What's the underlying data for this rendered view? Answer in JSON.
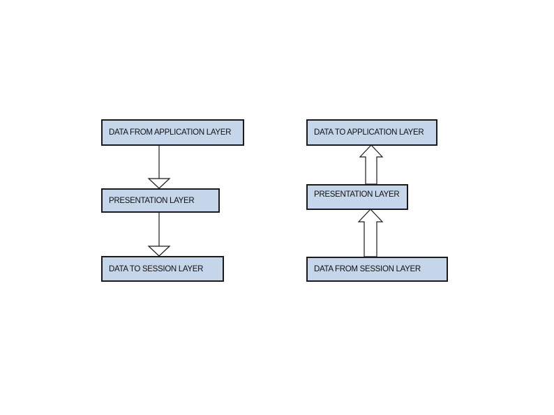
{
  "left_flow": {
    "top": "DATA FROM APPLICATION LAYER",
    "middle": "PRESENTATION LAYER",
    "bottom": "DATA TO SESSION LAYER"
  },
  "right_flow": {
    "top": "DATA TO APPLICATION LAYER",
    "middle": "PRESENTATION LAYER",
    "bottom": "DATA FROM SESSION LAYER"
  },
  "colors": {
    "box_fill": "#c5d5ea",
    "border": "#1a1a1a",
    "text": "#111111",
    "arrow_fill": "#ffffff"
  }
}
